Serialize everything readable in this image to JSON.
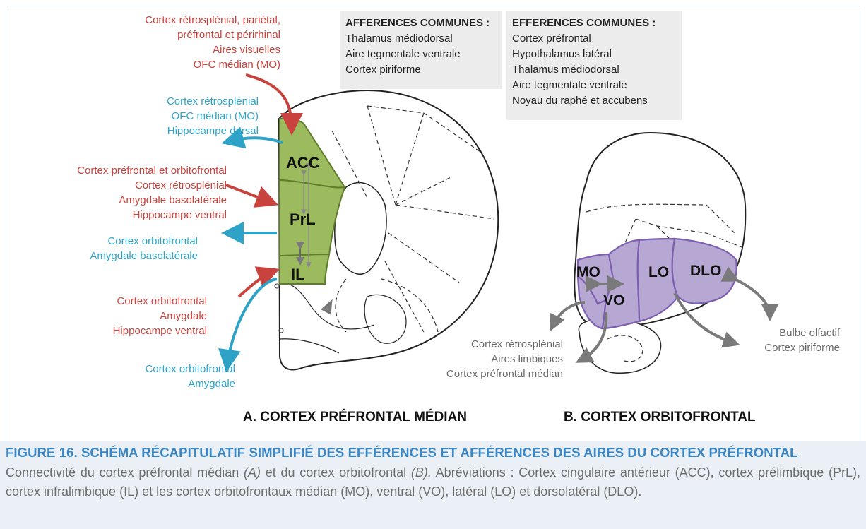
{
  "diagram": {
    "box_afferences": {
      "title": "AFFERENCES COMMUNES :",
      "items": [
        "Thalamus médiodorsal",
        "Aire tegmentale ventrale",
        "Cortex piriforme"
      ]
    },
    "box_efferences": {
      "title": "EFFERENCES COMMUNES :",
      "items": [
        "Cortex préfrontal",
        "Hypothalamus latéral",
        "Thalamus médiodorsal",
        "Aire tegmentale ventrale",
        "Noyau du raphé et accubens"
      ]
    },
    "labels_a": {
      "in_top": [
        "Cortex rétrosplénial, pariétal,",
        "préfrontal et périrhinal",
        "Aires visuelles",
        "OFC médian (MO)"
      ],
      "out_acc": [
        "Cortex rétrosplénial",
        "OFC médian (MO)",
        "Hippocampe dorsal"
      ],
      "in_prl": [
        "Cortex préfrontal et orbitofrontal",
        "Cortex rétrosplénial",
        "Amygdale basolatérale",
        "Hippocampe ventral"
      ],
      "out_prl": [
        "Cortex orbitofrontal",
        "Amygdale basolatérale"
      ],
      "in_il": [
        "Cortex orbitofrontal",
        "Amygdale",
        "Hippocampe ventral"
      ],
      "out_il": [
        "Cortex orbitofrontal",
        "Amygdale"
      ]
    },
    "labels_b": {
      "left": [
        "Cortex rétrosplénial",
        "Aires limbiques",
        "Cortex préfrontal médian"
      ],
      "right": [
        "Bulbe olfactif",
        "Cortex piriforme"
      ]
    },
    "regions": {
      "acc": "ACC",
      "prl": "PrL",
      "il": "IL",
      "mo": "MO",
      "vo": "VO",
      "lo": "LO",
      "dlo": "DLO"
    },
    "panel_a_title": "A. CORTEX PRÉFRONTAL MÉDIAN",
    "panel_b_title": "B. CORTEX ORBITOFRONTAL",
    "colors": {
      "afferent": "#c8433d",
      "efferent": "#2fa3c7",
      "mpfc_fill": "#9cba5e",
      "ofc_fill": "#b7a7d3",
      "ofc_stroke": "#7d5fb0"
    }
  },
  "caption": {
    "title": "FIGURE 16. SCHÉMA RÉCAPITULATIF SIMPLIFIÉ DES EFFÉRENCES ET AFFÉRENCES DES AIRES DU CORTEX PRÉFRONTAL",
    "part1": "Connectivité du cortex préfrontal médian ",
    "a": "(A)",
    "part2": " et du cortex orbitofrontal ",
    "b": "(B).",
    "part3": " Abréviations : Cortex cingulaire antérieur (ACC), cortex prélimbique (PrL), cortex infralimbique (IL) et les cortex orbitofrontaux médian (MO), ventral (VO), latéral (LO) et dorsolatéral (DLO)."
  }
}
